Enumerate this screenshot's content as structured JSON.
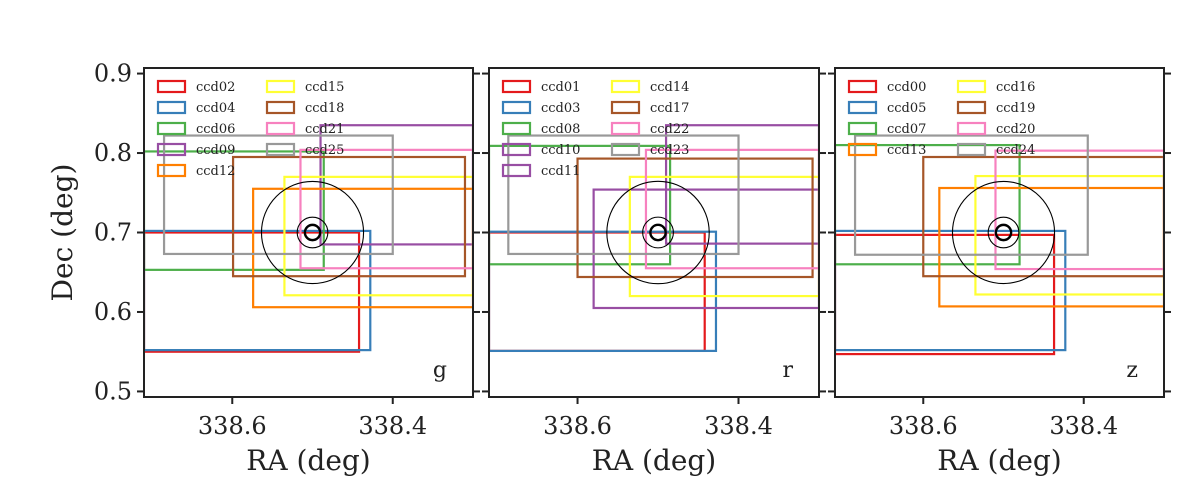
{
  "chart_data": [
    {
      "type": "line",
      "band": "g",
      "xlabel": "RA (deg)",
      "ylabel": "Dec (deg)",
      "xlim": [
        338.71,
        338.3
      ],
      "ylim": [
        0.493,
        0.907
      ],
      "xticks": [
        338.6,
        338.4
      ],
      "yticks": [
        0.5,
        0.6,
        0.7,
        0.8,
        0.9
      ],
      "legend_position": "top-left",
      "legend_columns": 2,
      "circles": {
        "center": [
          338.5,
          0.7
        ],
        "radii": [
          0.0636,
          0.0191,
          0.0095
        ]
      },
      "series": [
        {
          "name": "ccd02",
          "color": "#e41a1c",
          "ra": [
            338.71,
            338.442
          ],
          "dec": [
            0.55,
            0.7
          ]
        },
        {
          "name": "ccd04",
          "color": "#377eb8",
          "ra": [
            338.71,
            338.428
          ],
          "dec": [
            0.552,
            0.702
          ]
        },
        {
          "name": "ccd06",
          "color": "#4daf4a",
          "ra": [
            338.71,
            338.486
          ],
          "dec": [
            0.653,
            0.802
          ]
        },
        {
          "name": "ccd09",
          "color": "#984ea3",
          "ra": [
            338.49,
            338.3
          ],
          "dec": [
            0.685,
            0.835
          ]
        },
        {
          "name": "ccd12",
          "color": "#ff7f00",
          "ra": [
            338.574,
            338.3
          ],
          "dec": [
            0.606,
            0.755
          ]
        },
        {
          "name": "ccd15",
          "color": "#ffff33",
          "ra": [
            338.535,
            338.3
          ],
          "dec": [
            0.621,
            0.77
          ]
        },
        {
          "name": "ccd18",
          "color": "#a65628",
          "ra": [
            338.599,
            338.31
          ],
          "dec": [
            0.645,
            0.795
          ]
        },
        {
          "name": "ccd21",
          "color": "#f781bf",
          "ra": [
            338.515,
            338.3
          ],
          "dec": [
            0.655,
            0.804
          ]
        },
        {
          "name": "ccd25",
          "color": "#999999",
          "ra": [
            338.685,
            338.4
          ],
          "dec": [
            0.673,
            0.822
          ]
        }
      ]
    },
    {
      "type": "line",
      "band": "r",
      "xlabel": "RA (deg)",
      "ylabel": "",
      "xlim": [
        338.71,
        338.3
      ],
      "ylim": [
        0.493,
        0.907
      ],
      "xticks": [
        338.6,
        338.4
      ],
      "yticks": [
        0.5,
        0.6,
        0.7,
        0.8,
        0.9
      ],
      "legend_position": "top-left",
      "legend_columns": 2,
      "circles": {
        "center": [
          338.5,
          0.7
        ],
        "radii": [
          0.0636,
          0.0191,
          0.0095
        ]
      },
      "series": [
        {
          "name": "ccd01",
          "color": "#e41a1c",
          "ra": [
            338.71,
            338.442
          ],
          "dec": [
            0.551,
            0.7
          ]
        },
        {
          "name": "ccd03",
          "color": "#377eb8",
          "ra": [
            338.71,
            338.428
          ],
          "dec": [
            0.551,
            0.701
          ]
        },
        {
          "name": "ccd08",
          "color": "#4daf4a",
          "ra": [
            338.71,
            338.485
          ],
          "dec": [
            0.66,
            0.809
          ]
        },
        {
          "name": "ccd10",
          "color": "#984ea3",
          "ra": [
            338.49,
            338.3
          ],
          "dec": [
            0.686,
            0.835
          ]
        },
        {
          "name": "ccd11",
          "color": "#984ea3",
          "ra": [
            338.58,
            338.3
          ],
          "dec": [
            0.605,
            0.754
          ]
        },
        {
          "name": "ccd14",
          "color": "#ffff33",
          "ra": [
            338.535,
            338.3
          ],
          "dec": [
            0.62,
            0.77
          ]
        },
        {
          "name": "ccd17",
          "color": "#a65628",
          "ra": [
            338.6,
            338.308
          ],
          "dec": [
            0.644,
            0.793
          ]
        },
        {
          "name": "ccd22",
          "color": "#f781bf",
          "ra": [
            338.515,
            338.3
          ],
          "dec": [
            0.655,
            0.804
          ]
        },
        {
          "name": "ccd23",
          "color": "#999999",
          "ra": [
            338.686,
            338.4
          ],
          "dec": [
            0.673,
            0.822
          ]
        }
      ]
    },
    {
      "type": "line",
      "band": "z",
      "xlabel": "RA (deg)",
      "ylabel": "",
      "xlim": [
        338.71,
        338.3
      ],
      "ylim": [
        0.493,
        0.907
      ],
      "xticks": [
        338.6,
        338.4
      ],
      "yticks": [
        0.5,
        0.6,
        0.7,
        0.8,
        0.9
      ],
      "legend_position": "top-left",
      "legend_columns": 2,
      "circles": {
        "center": [
          338.5,
          0.7
        ],
        "radii": [
          0.0636,
          0.0191,
          0.0095
        ]
      },
      "series": [
        {
          "name": "ccd00",
          "color": "#e41a1c",
          "ra": [
            338.71,
            338.437
          ],
          "dec": [
            0.547,
            0.697
          ]
        },
        {
          "name": "ccd05",
          "color": "#377eb8",
          "ra": [
            338.71,
            338.423
          ],
          "dec": [
            0.552,
            0.702
          ]
        },
        {
          "name": "ccd07",
          "color": "#4daf4a",
          "ra": [
            338.71,
            338.48
          ],
          "dec": [
            0.66,
            0.81
          ]
        },
        {
          "name": "ccd13",
          "color": "#ff7f00",
          "ra": [
            338.58,
            338.3
          ],
          "dec": [
            0.607,
            0.756
          ]
        },
        {
          "name": "ccd16",
          "color": "#ffff33",
          "ra": [
            338.535,
            338.3
          ],
          "dec": [
            0.622,
            0.771
          ]
        },
        {
          "name": "ccd19",
          "color": "#a65628",
          "ra": [
            338.6,
            338.3
          ],
          "dec": [
            0.645,
            0.795
          ]
        },
        {
          "name": "ccd20",
          "color": "#f781bf",
          "ra": [
            338.51,
            338.3
          ],
          "dec": [
            0.654,
            0.803
          ]
        },
        {
          "name": "ccd24",
          "color": "#999999",
          "ra": [
            338.685,
            338.395
          ],
          "dec": [
            0.672,
            0.822
          ]
        }
      ]
    }
  ]
}
